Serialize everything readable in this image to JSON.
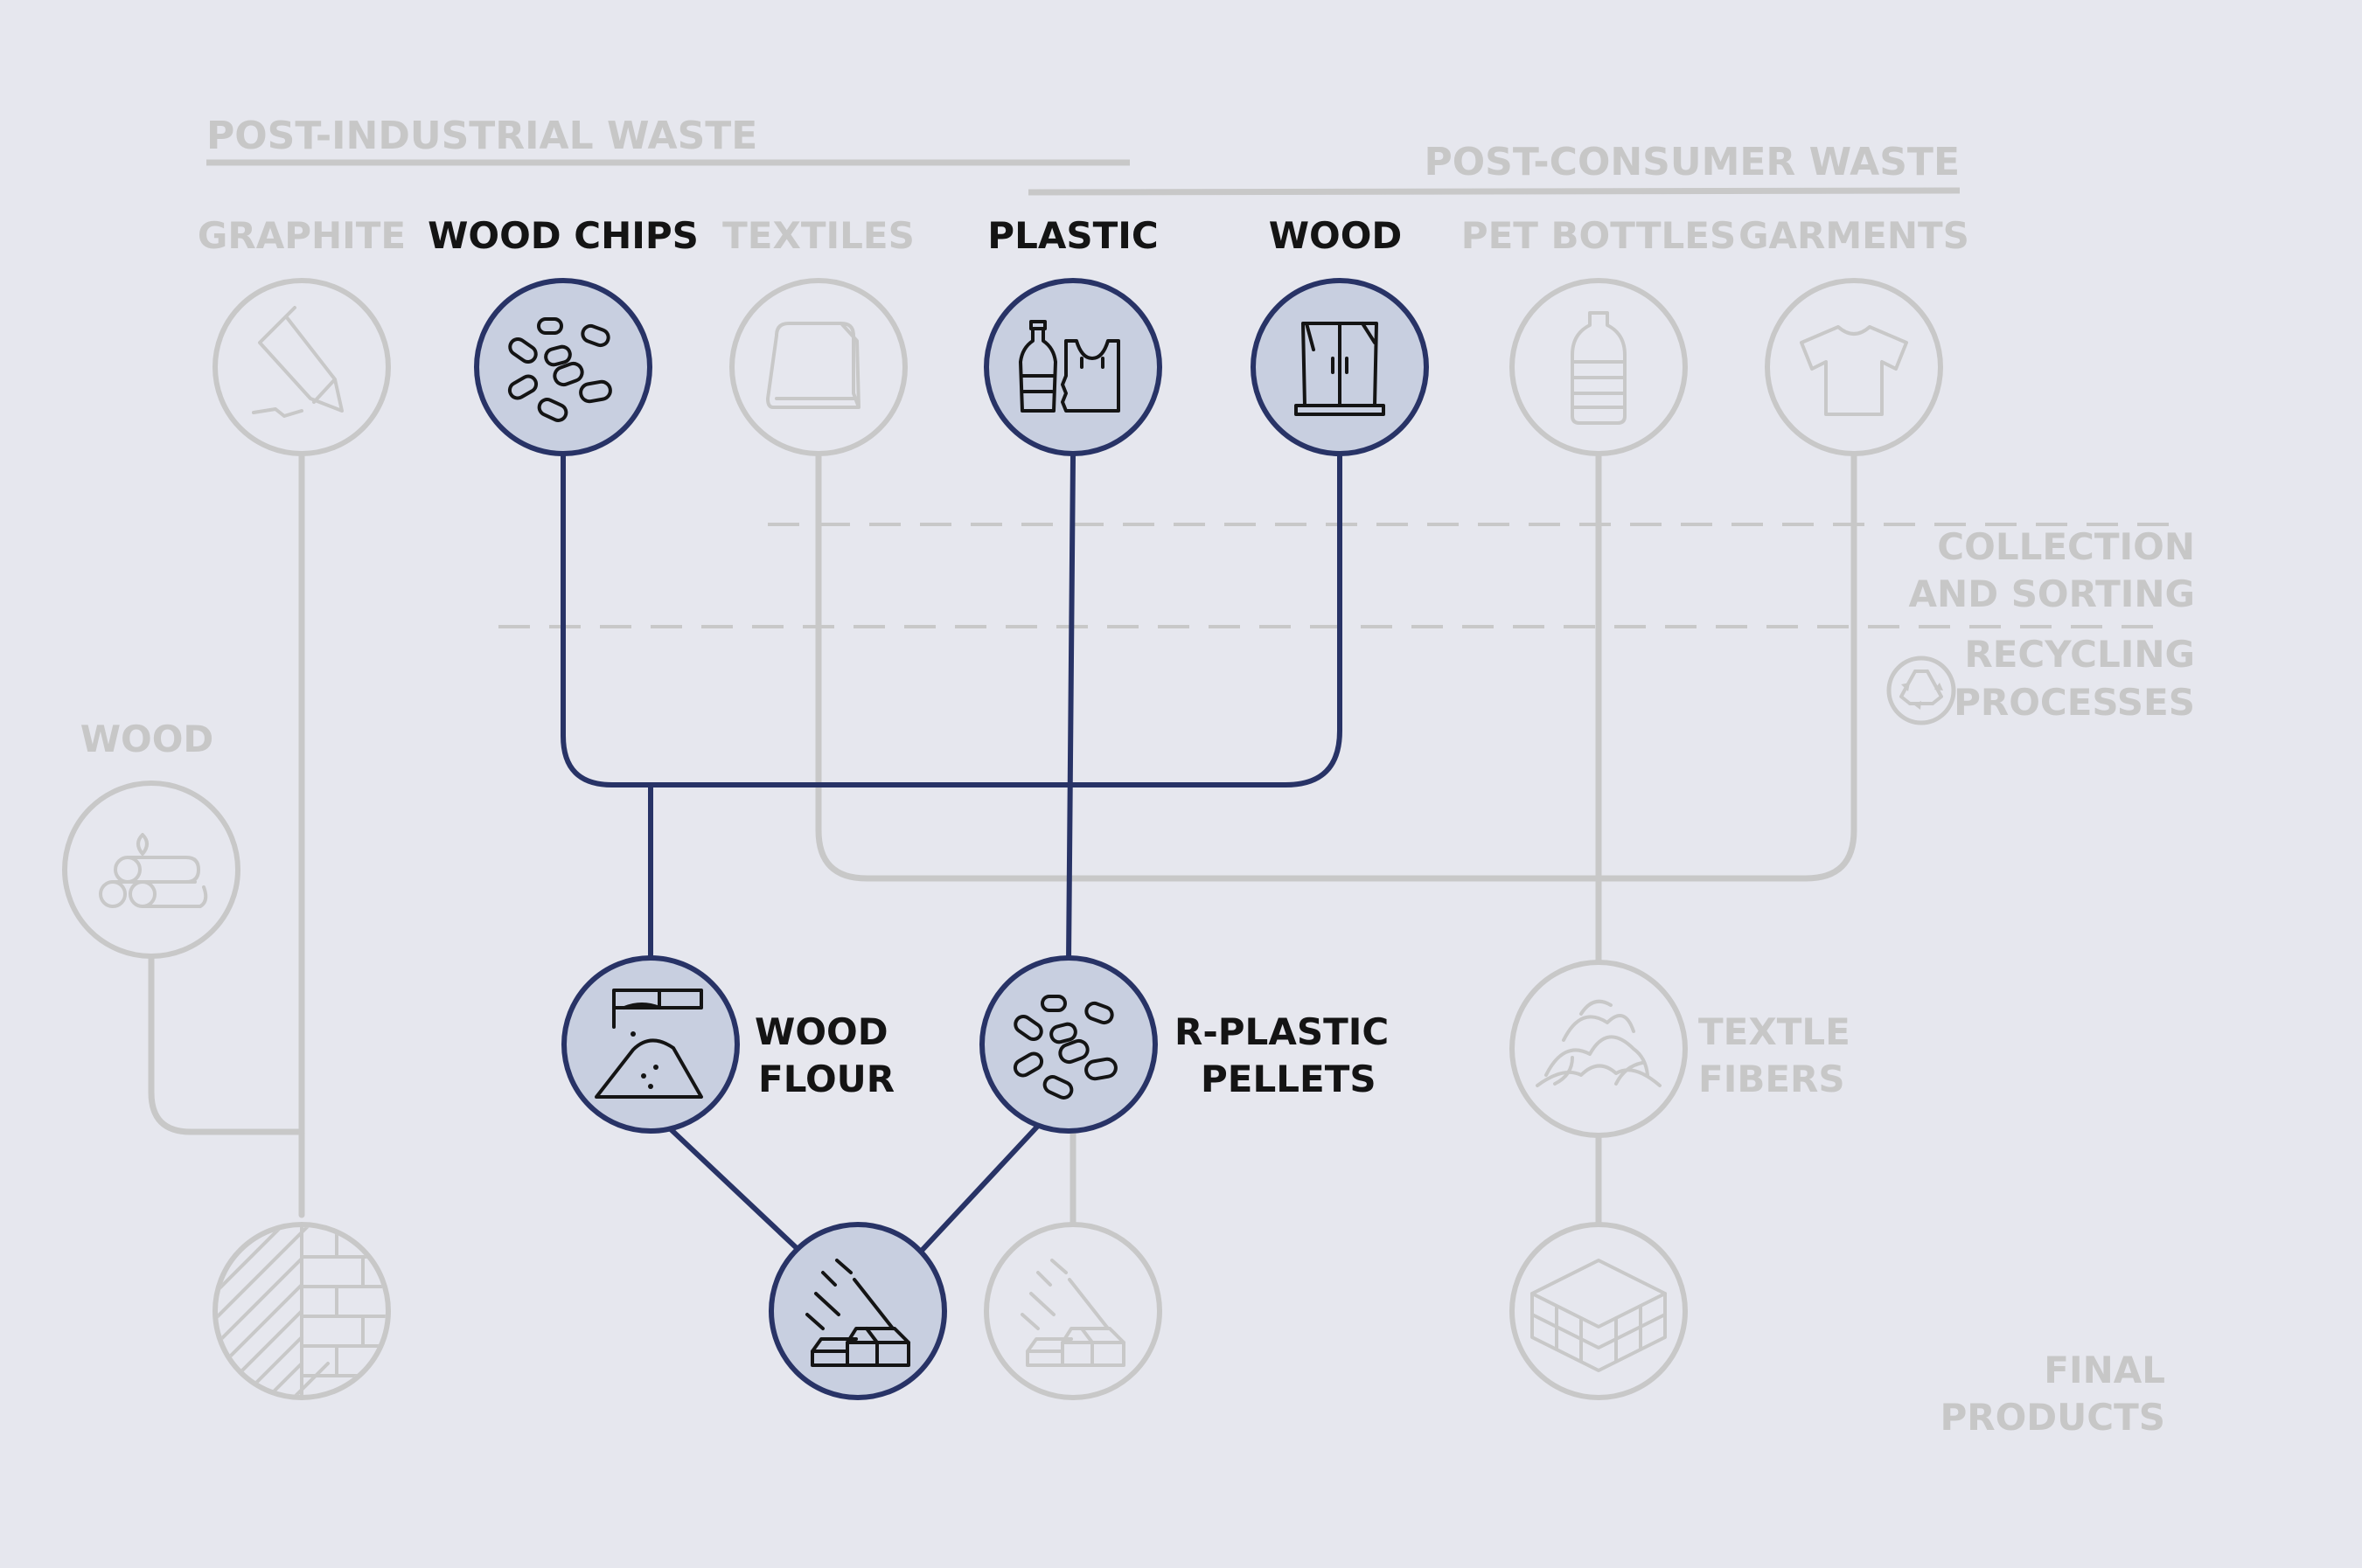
{
  "categories": {
    "post_industrial": "POST-INDUSTRIAL WASTE",
    "post_consumer": "POST-CONSUMER WASTE"
  },
  "stages": {
    "collection_1": "COLLECTION",
    "collection_2": "AND SORTING",
    "recycling_1": "RECYCLING",
    "recycling_2": "PROCESSES",
    "final_1": "FINAL",
    "final_2": "PRODUCTS"
  },
  "sources": {
    "graphite": "GRAPHITE",
    "wood_chips": "WOOD CHIPS",
    "textiles": "TEXTILES",
    "plastic": "PLASTIC",
    "wood": "WOOD",
    "pet_bottles": "PET BOTTLES",
    "garments": "GARMENTS"
  },
  "side_source": {
    "wood": "WOOD"
  },
  "intermediates": {
    "wood_flour_1": "WOOD",
    "wood_flour_2": "FLOUR",
    "rplastic_1": "R-PLASTIC",
    "rplastic_2": "PELLETS",
    "textile_1": "TEXTLE",
    "textile_2": "FIBERS"
  },
  "colors": {
    "background": "#e6e7ee",
    "active_line": "#283366",
    "active_fill": "#c8cfe0",
    "inactive": "#c8c8c8",
    "active_text": "#141414"
  },
  "icons": {
    "graphite": "pencil-icon",
    "wood_chips": "pellets-icon",
    "textiles": "fabric-roll-icon",
    "plastic": "bottle-bag-icon",
    "wood": "cabinet-icon",
    "pet_bottles": "bottle-icon",
    "garments": "tshirt-icon",
    "side_wood": "logs-icon",
    "wood_flour": "saw-powder-icon",
    "rplastic": "pellets-icon",
    "textile_fibers": "fibers-icon",
    "parquet": "parquet-icon",
    "composite_active": "decking-boards-icon",
    "composite_inactive": "decking-boards-icon",
    "panel": "layered-panel-icon",
    "recycle": "recycle-icon"
  }
}
